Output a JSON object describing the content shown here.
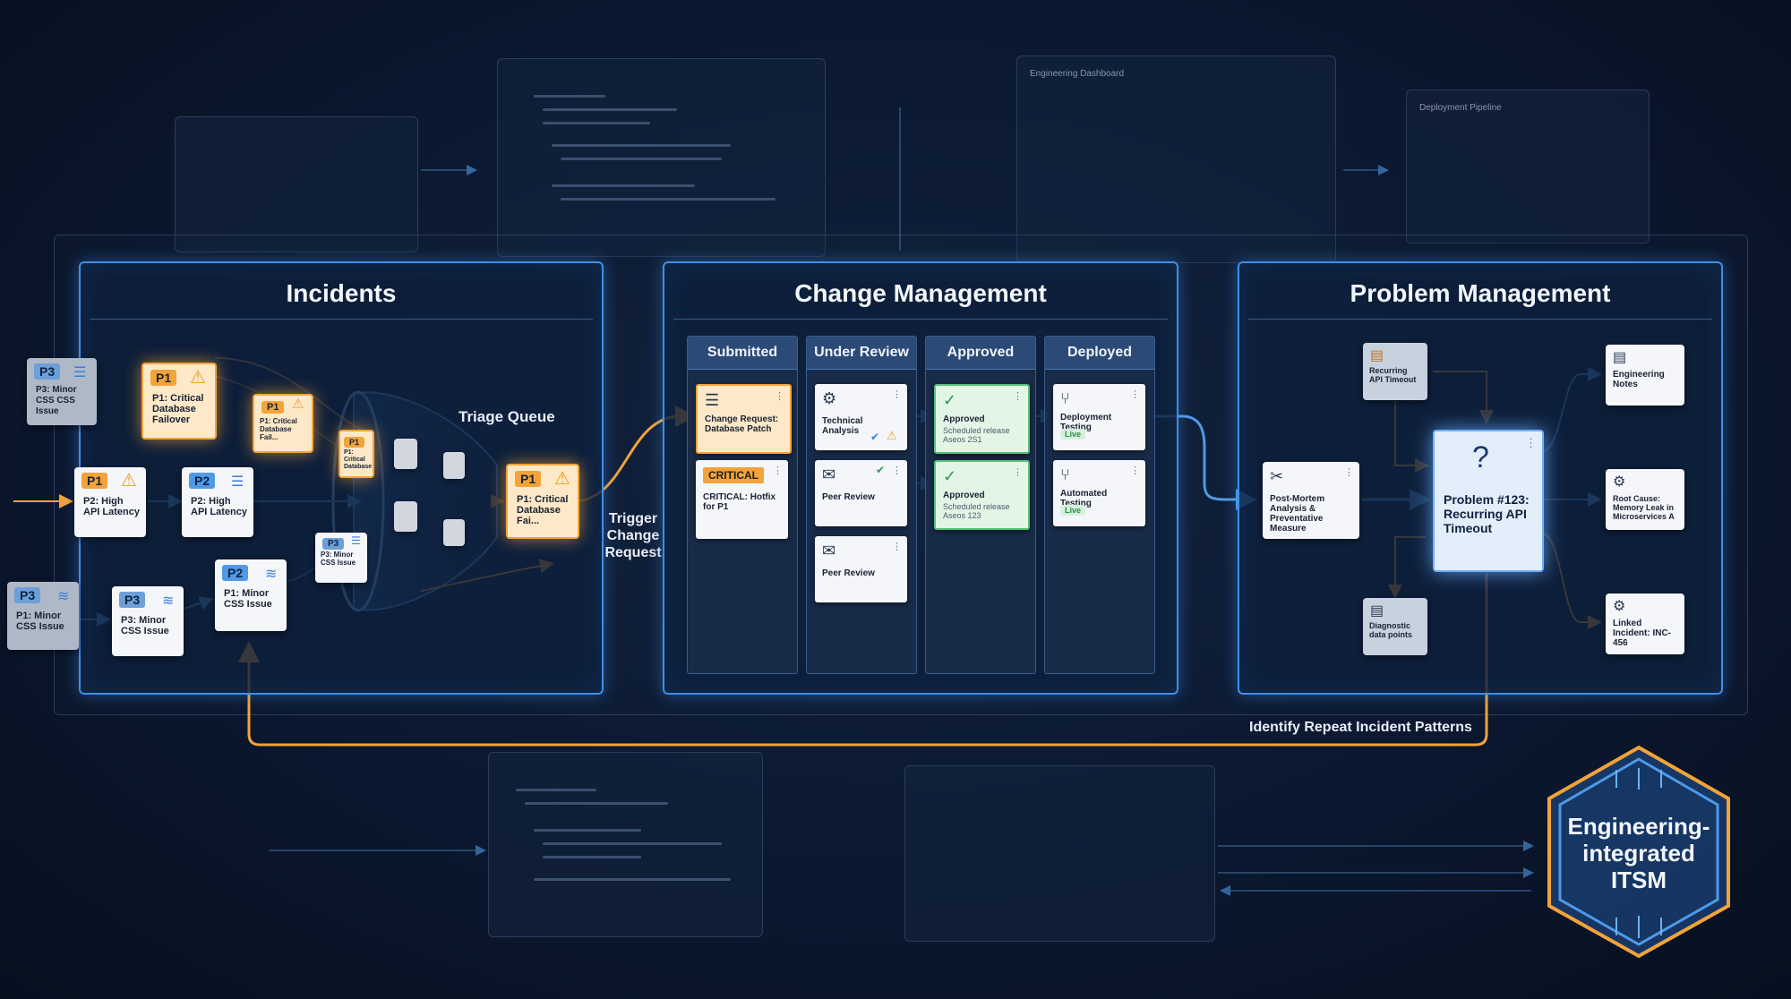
{
  "background": {
    "dashboard_title": "Engineering Dashboard",
    "pipeline_title": "Deployment Pipeline"
  },
  "incidents": {
    "title": "Incidents",
    "triage_label": "Triage Queue",
    "cards": [
      {
        "priority": "P3",
        "text": "P3: Minor CSS CSS Issue",
        "icon": "database-icon"
      },
      {
        "priority": "P1",
        "text": "P1: Critical Database Failover",
        "icon": "warning-icon"
      },
      {
        "priority": "P1",
        "text": "P1: Critical Database Fail...",
        "icon": "warning-icon"
      },
      {
        "priority": "P1",
        "text": "P2: High API Latency",
        "icon": "warning-icon"
      },
      {
        "priority": "P2",
        "text": "P2: High API Latency",
        "icon": "database-icon"
      },
      {
        "priority": "P3",
        "text": "P1: Minor CSS Issue",
        "icon": "wifi-icon"
      },
      {
        "priority": "P3",
        "text": "P3: Minor CSS Issue",
        "icon": "wifi-icon"
      },
      {
        "priority": "P2",
        "text": "P1: Minor CSS Issue",
        "icon": "wifi-icon"
      },
      {
        "priority": "P3",
        "text": "P3: Minor CSS Issue",
        "icon": "database-icon"
      },
      {
        "priority": "P1",
        "text": "P1: Critical Database Fai...",
        "icon": "warning-icon"
      }
    ],
    "funnel_cards": [
      {
        "priority": "P1",
        "text": "P1: Critical Database"
      }
    ]
  },
  "trigger_label": "Trigger Change Request",
  "change": {
    "title": "Change Management",
    "columns": [
      "Submitted",
      "Under Review",
      "Approved",
      "Deployed"
    ],
    "submitted": [
      {
        "text": "Change Request: Database Patch",
        "icon": "database-icon"
      },
      {
        "tag": "CRITICAL",
        "text": "CRITICAL: Hotfix for P1"
      }
    ],
    "under_review": [
      {
        "text": "Technical Analysis",
        "icon": "gear-icon"
      },
      {
        "text": "Peer Review",
        "icon": "chat-icon"
      },
      {
        "text": "Peer Review",
        "icon": "chat-icon"
      }
    ],
    "approved": [
      {
        "text": "Approved",
        "sub": "Scheduled release Aseos 2S1",
        "icon": "check-circle-icon"
      },
      {
        "text": "Approved",
        "sub": "Scheduled release Aseos 123",
        "icon": "check-circle-icon"
      }
    ],
    "deployed": [
      {
        "text": "Deployment Testing",
        "status": "Live",
        "icon": "branch-icon"
      },
      {
        "text": "Automated Testing",
        "status": "Live",
        "icon": "branch-icon"
      }
    ]
  },
  "problem": {
    "title": "Problem Management",
    "center": "Problem #123: Recurring API Timeout",
    "nodes": {
      "recurring": "Recurring API Timeout",
      "postmortem": "Post-Mortem Analysis & Preventative Measure",
      "diagnostic": "Diagnostic data points",
      "notes": "Engineering Notes",
      "root_cause": "Root Cause: Memory Leak in Microservices A",
      "linked": "Linked Incident: INC-456"
    }
  },
  "repeat_label": "Identify Repeat Incident Patterns",
  "badge": {
    "title": "Engineering-integrated ITSM"
  },
  "colors": {
    "accent_blue": "#3f8ee8",
    "accent_orange": "#f2a33a",
    "bg": "#0b1830"
  }
}
